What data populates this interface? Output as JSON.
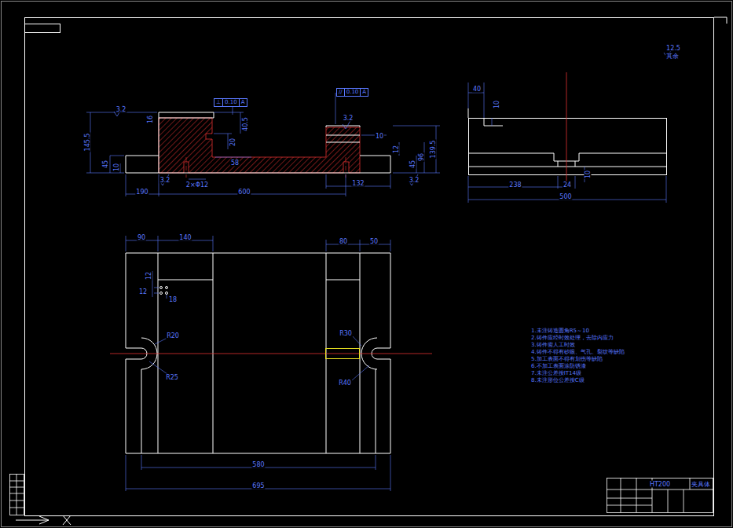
{
  "diagram": {
    "nodes": [
      {
        "text": [
          "⊥",
          "0.10",
          "A"
        ]
      },
      {
        "text": [
          "//",
          "0.10",
          "A"
        ]
      }
    ],
    "labels": [
      "12.5",
      "其余",
      "3.2",
      "16",
      "145.5",
      "45",
      "10",
      "40.5",
      "20",
      "3.2",
      "10",
      "12",
      "45",
      "96",
      "139.5",
      "3.2",
      "2×Φ12",
      "58",
      "3.2",
      "190",
      "600",
      "132",
      "40",
      "10",
      "238",
      "24",
      "10",
      "500",
      "90",
      "140",
      "80",
      "50",
      "12",
      "12",
      "18",
      "R20",
      "R25",
      "R30",
      "R40",
      "580",
      "695",
      "1.未注铸造圆角R5～10",
      "2.铸件应经时效处理，去除内应力",
      "3.铸件需人工时效",
      "4.铸件不得有砂眼、气孔、裂纹等缺陷",
      "5.加工表面不得有划伤等缺陷",
      "6.不加工表面涂防锈漆",
      "7.未注公差按IT14级",
      "8.未注形位公差按C级",
      "HT200",
      "夹具体"
    ]
  }
}
